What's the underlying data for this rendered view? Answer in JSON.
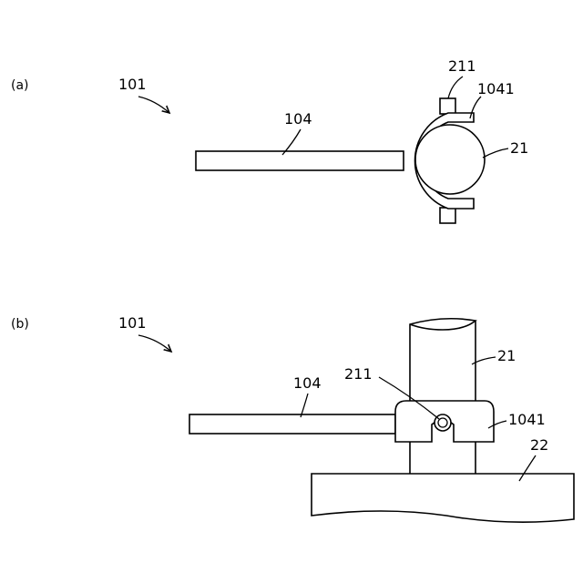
{
  "figure_a": {
    "panel_label": "(a)",
    "ref_assembly": "101",
    "ref_bar": "104",
    "ref_pin": "211",
    "ref_clamp": "1041",
    "ref_pipe": "21"
  },
  "figure_b": {
    "panel_label": "(b)",
    "ref_assembly": "101",
    "ref_bar": "104",
    "ref_pin": "211",
    "ref_clamp": "1041",
    "ref_pipe": "21",
    "ref_base": "22"
  },
  "colors": {
    "stroke": "#000000",
    "background": "#ffffff"
  }
}
